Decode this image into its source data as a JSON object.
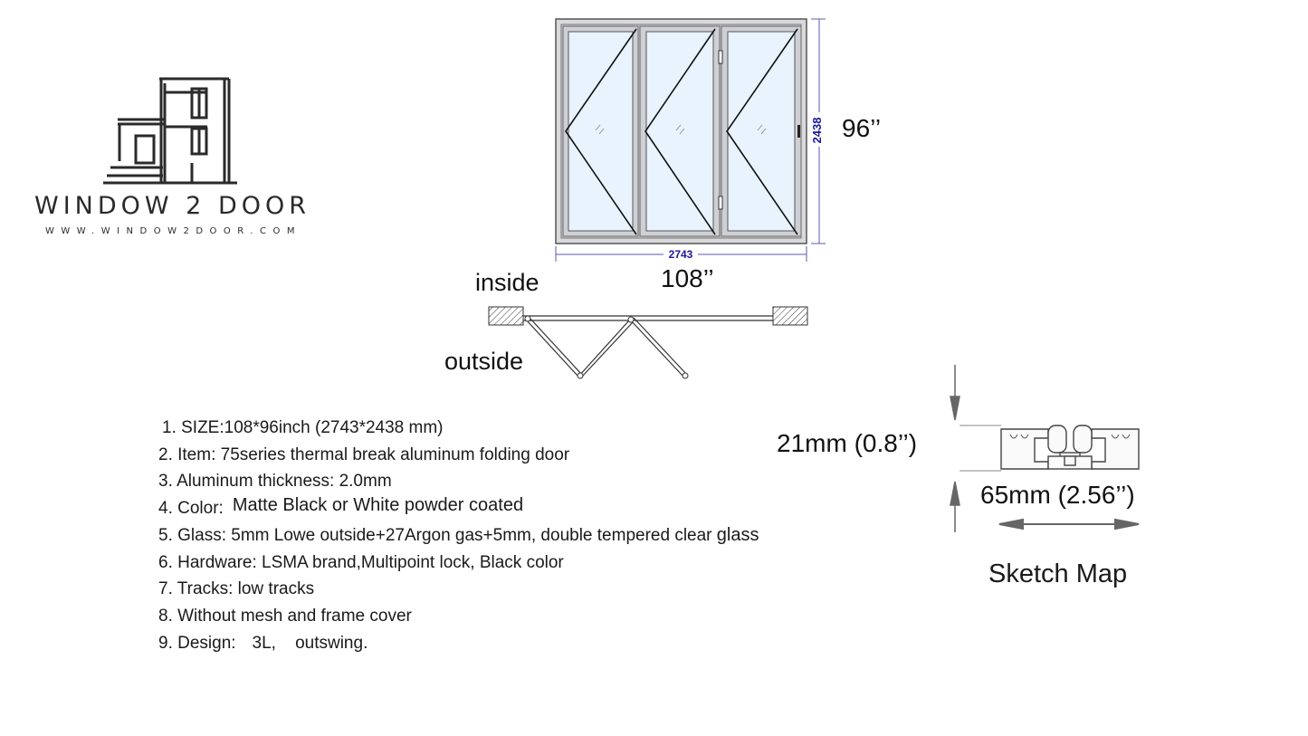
{
  "brand": {
    "name": "WINDOW 2 DOOR",
    "url": "WWW.WINDOW2DOOR.COM"
  },
  "elevation": {
    "height_mm": "2438",
    "width_mm": "2743",
    "height_label": "96’’",
    "width_label": "108’’",
    "dim_color": "#1a1aa0"
  },
  "plan": {
    "inside_label": "inside",
    "outside_label": "outside"
  },
  "specs": [
    {
      "text": "1. SIZE:108*96inch (2743*2438 mm)",
      "extra": ""
    },
    {
      "text": "2. Item: 75series thermal break aluminum folding door",
      "extra": ""
    },
    {
      "text": "3. Aluminum thickness: 2.0mm",
      "extra": ""
    },
    {
      "text": "4. Color:",
      "extra": "Matte Black or White powder coated"
    },
    {
      "text": "5. Glass: 5mm Lowe outside+27Argon gas+5mm, double tempered clear",
      "extra": "glass"
    },
    {
      "text": "6. Hardware: LSMA brand,Multipoint lock, Black color",
      "extra": ""
    },
    {
      "text": "7. Tracks: low tracks",
      "extra": ""
    },
    {
      "text": "8. Without mesh and frame cover",
      "extra": ""
    },
    {
      "text": "9. Design:",
      "extra": "3L,    outswing."
    }
  ],
  "profile": {
    "height_label": "21mm (0.8’’)",
    "width_label": "65mm (2.56’’)",
    "title": "Sketch Map"
  }
}
